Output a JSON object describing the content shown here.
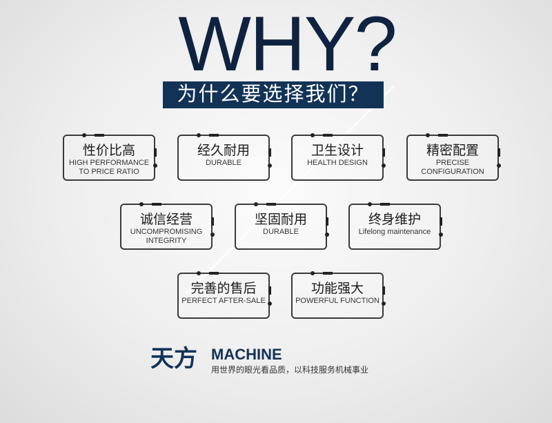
{
  "heading": "WHY?",
  "banner": "为什么要选择我们？",
  "cards": [
    {
      "cn": "性价比高",
      "en": "HIGH PERFORMANCE TO PRICE RATIO"
    },
    {
      "cn": "经久耐用",
      "en": "DURABLE"
    },
    {
      "cn": "卫生设计",
      "en": "HEALTH DESIGN"
    },
    {
      "cn": "精密配置",
      "en": "PRECISE CONFIGURATION"
    },
    {
      "cn": "诚信经营",
      "en": "UNCOMPROMISING INTEGRITY"
    },
    {
      "cn": "坚固耐用",
      "en": "DURABLE"
    },
    {
      "cn": "终身维护",
      "en": "Lifelong maintenance"
    },
    {
      "cn": "完善的售后",
      "en": "PERFECT AFTER-SALE"
    },
    {
      "cn": "功能强大",
      "en": "POWERFUL FUNCTION"
    }
  ],
  "brand": {
    "name": "天方",
    "machine": "MACHINE",
    "slogan": "用世界的眼光看品质，以科技服务机械事业"
  }
}
